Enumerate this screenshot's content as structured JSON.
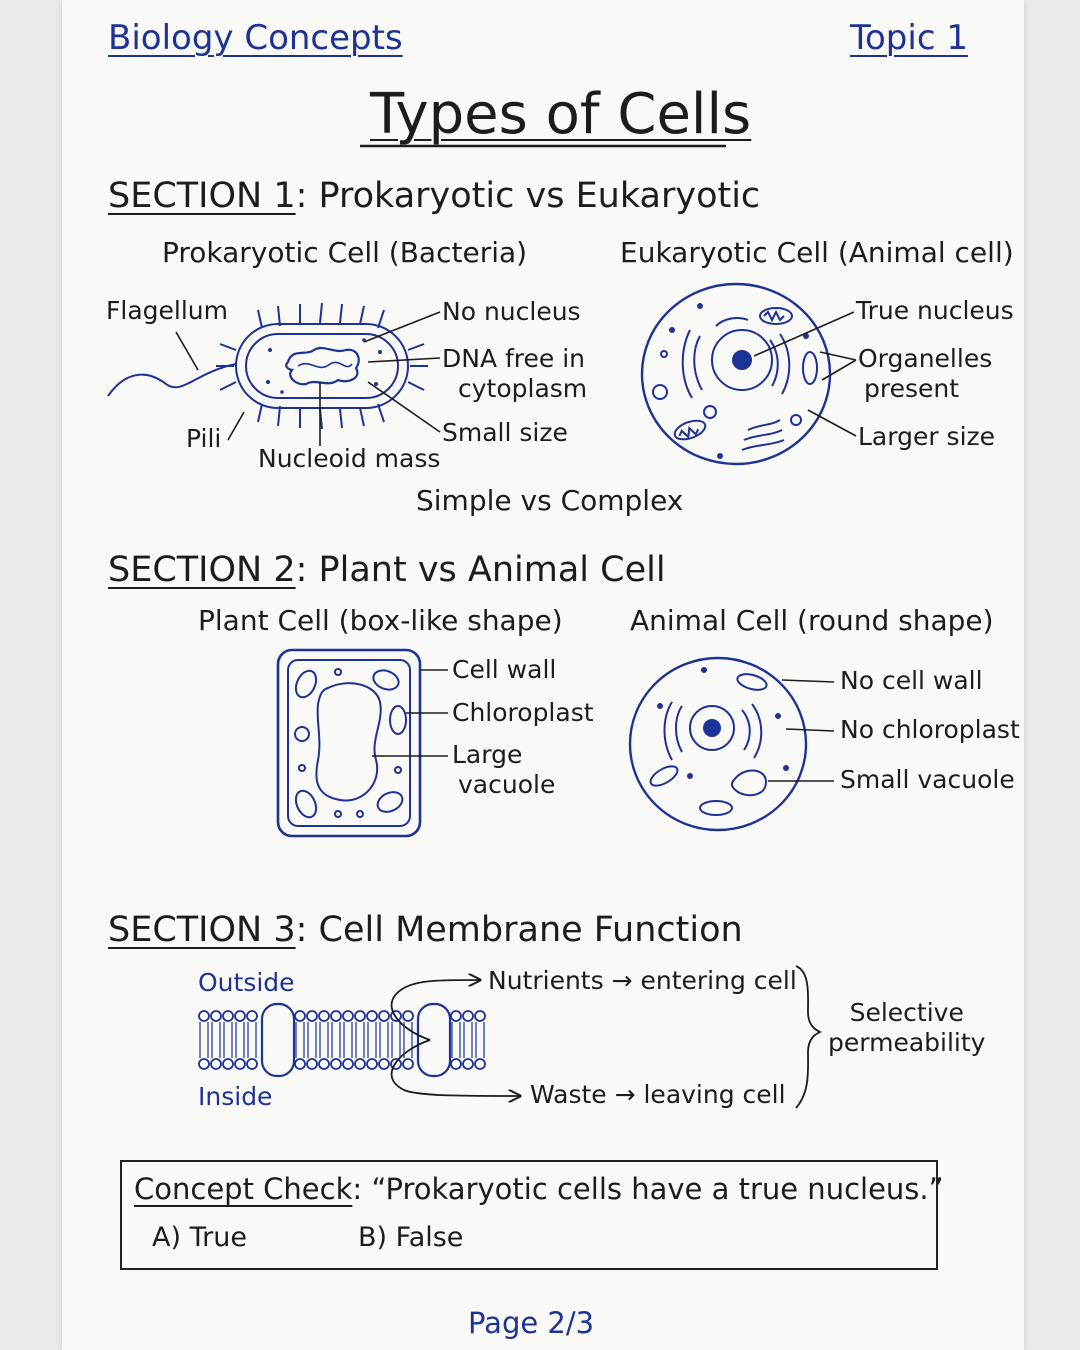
{
  "header": {
    "subject": "Biology Concepts",
    "topic": "Topic 1"
  },
  "title": "Types of Cells",
  "section1": {
    "label": "SECTION 1",
    "heading": "Prokaryotic vs Eukaryotic",
    "prokaryotic": {
      "title": "Prokaryotic Cell (Bacteria)",
      "labels": {
        "flagellum": "Flagellum",
        "pili": "Pili",
        "nucleoid": "Nucleoid mass",
        "no_nucleus": "No nucleus",
        "dna_line1": "DNA free in",
        "dna_line2": "cytoplasm",
        "small_size": "Small size"
      }
    },
    "eukaryotic": {
      "title": "Eukaryotic Cell (Animal cell)",
      "labels": {
        "true_nucleus": "True nucleus",
        "organelles_line1": "Organelles",
        "organelles_line2": "present",
        "larger_size": "Larger size"
      }
    },
    "summary": "Simple vs Complex"
  },
  "section2": {
    "label": "SECTION 2",
    "heading": "Plant vs Animal Cell",
    "plant": {
      "title": "Plant Cell (box-like shape)",
      "labels": {
        "cell_wall": "Cell wall",
        "chloroplast": "Chloroplast",
        "vacuole_line1": "Large",
        "vacuole_line2": "vacuole"
      }
    },
    "animal": {
      "title": "Animal Cell (round shape)",
      "labels": {
        "no_wall": "No cell wall",
        "no_chloroplast": "No chloroplast",
        "small_vacuole": "Small vacuole"
      }
    }
  },
  "section3": {
    "label": "SECTION 3",
    "heading": "Cell Membrane Function",
    "outside": "Outside",
    "inside": "Inside",
    "nutrients": "Nutrients → entering cell",
    "waste": "Waste → leaving cell",
    "selective_line1": "Selective",
    "selective_line2": "permeability"
  },
  "concept_check": {
    "label": "Concept Check",
    "statement": "“Prokaryotic cells have a true nucleus.”",
    "option_a": "A) True",
    "option_b": "B) False"
  },
  "page": "Page 2/3",
  "colors": {
    "ink_blue": "#1d3296",
    "ink_black": "#1c1c1c",
    "paper": "#f9f9f7"
  }
}
